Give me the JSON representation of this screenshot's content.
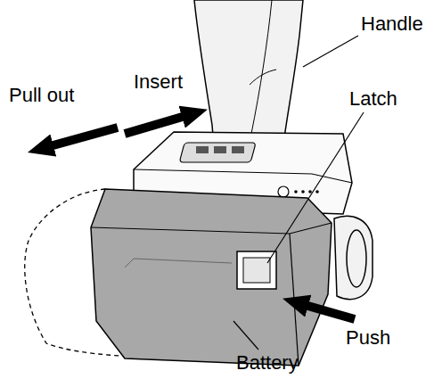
{
  "diagram": {
    "labels": [
      "Insert",
      "Pull out",
      "Handle",
      "Latch",
      "Push",
      "Battery"
    ]
  }
}
